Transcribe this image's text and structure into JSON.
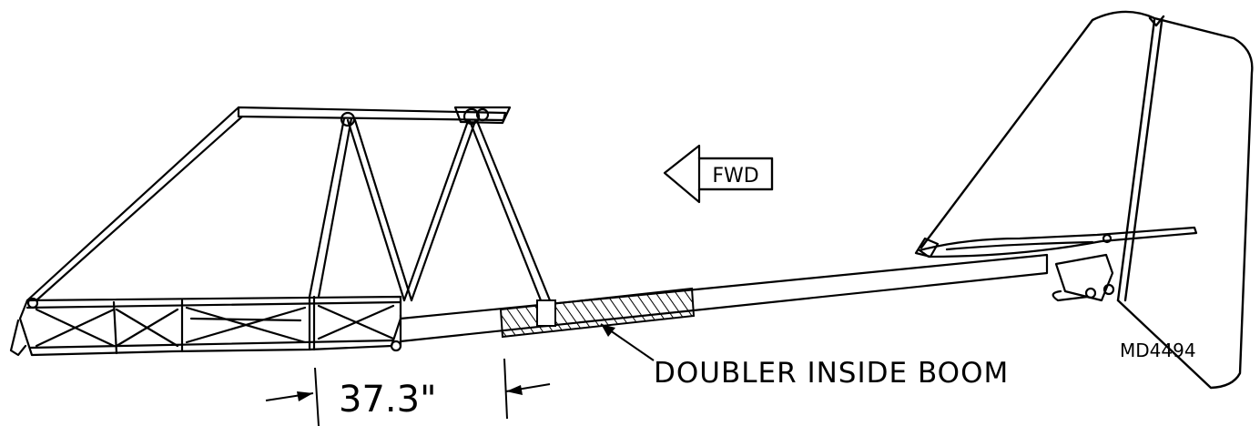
{
  "labels": {
    "direction": "FWD",
    "doubler_note": "DOUBLER INSIDE BOOM",
    "dimension": "37.3\"",
    "drawing_id": "MD4494"
  },
  "colors": {
    "line": "#000000",
    "background": "#ffffff"
  }
}
